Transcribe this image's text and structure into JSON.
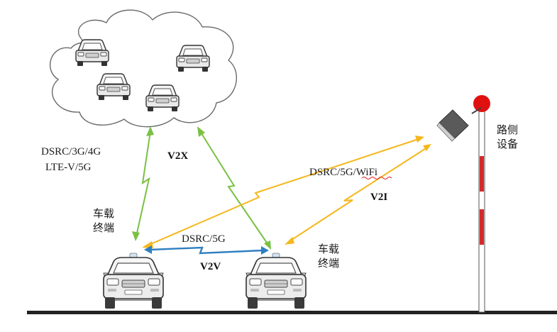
{
  "labels": {
    "v2x_protocols_line1": "DSRC/3G/4G",
    "v2x_protocols_line2": "LTE-V/5G",
    "v2x": "V2X",
    "v2i_protocols": "DSRC/5G/WiFi",
    "v2i": "V2I",
    "v2v_protocols": "DSRC/5G",
    "v2v": "V2V",
    "vehicle_terminal_left_line1": "车载",
    "vehicle_terminal_left_line2": "终端",
    "vehicle_terminal_right_line1": "车载",
    "vehicle_terminal_right_line2": "终端",
    "roadside_line1": "路侧",
    "roadside_line2": "设备"
  },
  "colors": {
    "v2x_link": "#7ac143",
    "v2i_link": "#f5b71c",
    "v2v_link": "#2f7fc1",
    "pole_red": "#d42a2a",
    "pole_top": "#e01010",
    "road": "#222222"
  },
  "icons": {
    "cloud": "cloud-icon",
    "car": "car-icon",
    "roadside_unit": "roadside-unit-icon"
  }
}
